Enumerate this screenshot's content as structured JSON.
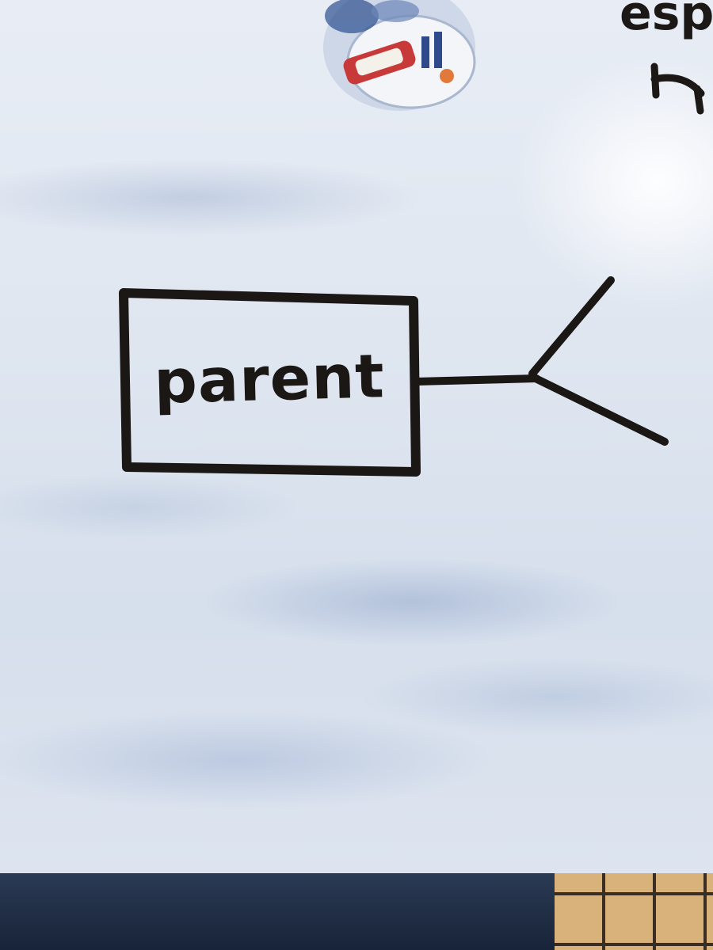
{
  "diagram": {
    "entity_label": "parent",
    "corner_text": "esp"
  },
  "colors": {
    "marker": "#1a1714",
    "board": "#e3e9f2"
  },
  "icons": {
    "sticker": "sticker-icon",
    "crows_foot": "crows-foot-many-connector"
  }
}
